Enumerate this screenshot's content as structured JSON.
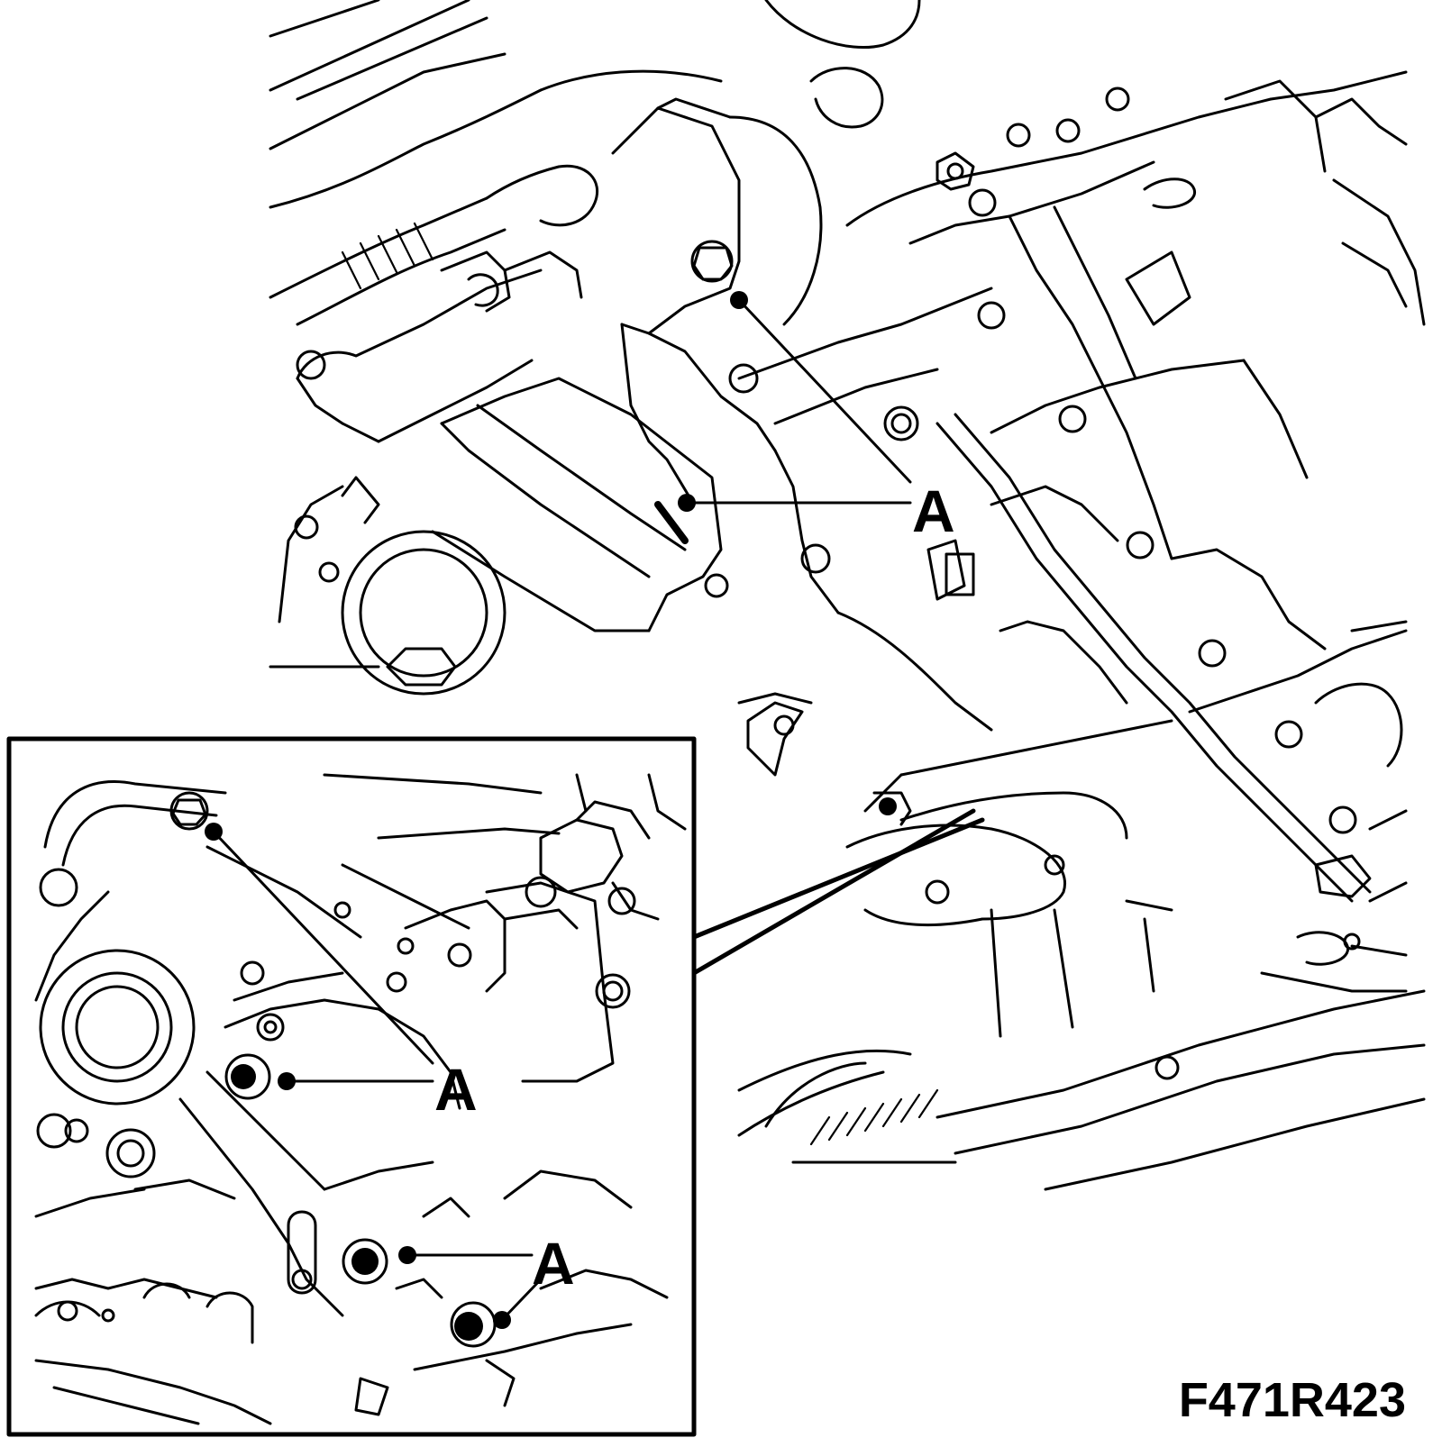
{
  "figure_code": "F471R423",
  "callouts": {
    "main_upper": "A",
    "inset_middle": "A",
    "inset_lower": "A"
  }
}
